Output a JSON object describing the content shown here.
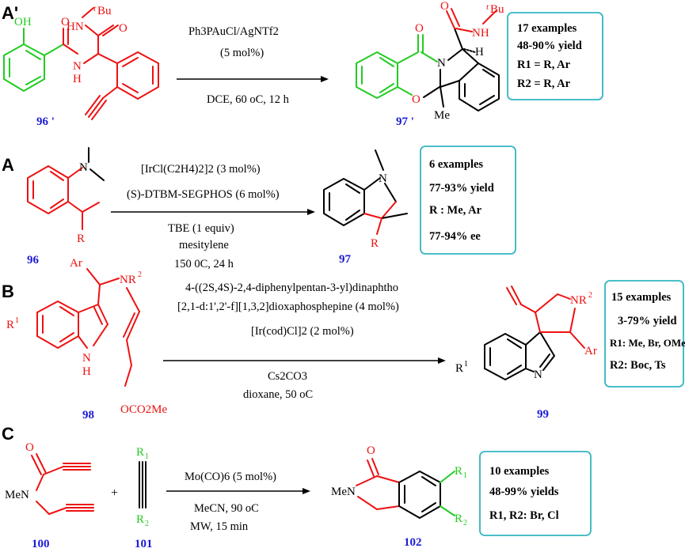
{
  "sections": {
    "a_prime": {
      "label": "A'",
      "reactant_number": "96 '",
      "product_number": "97 '",
      "conditions": [
        "Ph3PAuCl/AgNTf2",
        "(5 mol%)",
        "DCE, 60 oC, 12 h"
      ],
      "summary": [
        "17 examples",
        "48-90% yield",
        "R1 = R,  Ar",
        "R2 = R,  Ar"
      ]
    },
    "a": {
      "label": "A",
      "reactant_number": "96",
      "product_number": "97",
      "conditions": [
        "[IrCl(C2H4)2]2 (3 mol%)",
        "(S)-DTBM-SEGPHOS  (6 mol%)",
        "TBE (1 equiv)",
        "mesitylene",
        "150 0C, 24 h"
      ],
      "summary": [
        "6 examples",
        "77-93% yield",
        "R : Me, Ar",
        "77-94% ee"
      ]
    },
    "b": {
      "label": "B",
      "reactant_number": "98",
      "product_number": "99",
      "conditions": [
        "4-((2S,4S)-2,4-diphenylpentan-3-yl)dinaphtho",
        "[2,1-d:1',2'-f][1,3,2]dioxaphosphepine (4 mol%)",
        "[Ir(cod)Cl]2 (2 mol%)",
        "Cs2CO3",
        "dioxane, 50 oC"
      ],
      "summary": [
        "15 examples",
        "3-79% yield",
        "R1: Me, Br, OMe",
        "R2: Boc, Ts"
      ]
    },
    "c": {
      "label": "C",
      "reactant_numbers": [
        "100",
        "101"
      ],
      "product_number": "102",
      "plus": "+",
      "conditions": [
        "Mo(CO)6 (5 mol%)",
        "MeCN, 90 oC",
        "MW, 15 min"
      ],
      "summary": [
        "10 examples",
        "48-99% yields",
        "R1, R2: Br, Cl"
      ]
    }
  },
  "atoms": {
    "tbu": "Bu",
    "tbu_t": "t",
    "oh": "OH",
    "hn": "HN",
    "h_nh": "H",
    "n": "N",
    "o": "O",
    "nh": "NH",
    "h": "H",
    "me": "Me",
    "r": "R",
    "r1": "R",
    "r1_sup": "1",
    "ar": "Ar",
    "nr2": "NR",
    "nr2_sup": "2",
    "ocoome": "OCO2Me",
    "r_sub1": "R",
    "r_sub1_idx": "1",
    "r_sub2": "R",
    "r_sub2_idx": "2",
    "men": "MeN"
  },
  "colors": {
    "red": "#ee1111",
    "green": "#22cc22",
    "blue": "#1a1ad6",
    "box_border": "#33b5c2"
  }
}
